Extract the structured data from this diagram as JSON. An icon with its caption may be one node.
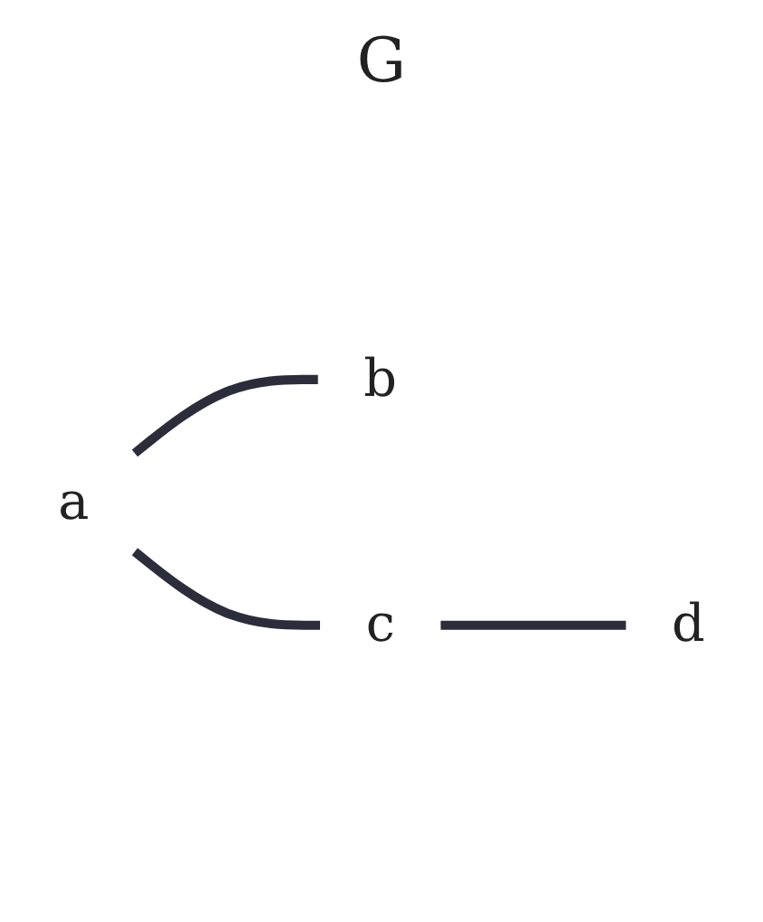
{
  "diagram": {
    "title": "G",
    "nodes": [
      {
        "text": [
          "a"
        ]
      },
      {
        "text": [
          "b"
        ]
      },
      {
        "text": [
          "c"
        ]
      },
      {
        "text": [
          "d"
        ]
      }
    ],
    "edges": [
      {
        "from": 0,
        "to": 1,
        "arrow": "none"
      },
      {
        "from": 0,
        "to": 2,
        "arrow": "none"
      },
      {
        "from": 2,
        "to": 3,
        "arrow": "none"
      }
    ]
  }
}
